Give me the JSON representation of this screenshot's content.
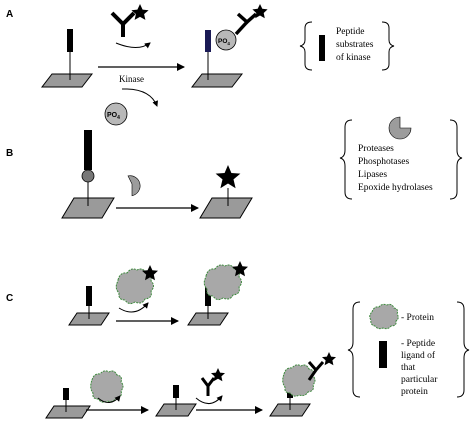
{
  "panels": {
    "a": {
      "label": "A",
      "arrow_label": "Kinase",
      "phosphate_label": "PO",
      "phosphate_sub": "4",
      "bound_phosphate_label": "PO",
      "bound_phosphate_sub": "4",
      "legend": [
        "Peptide",
        "substrates",
        "of kinase"
      ]
    },
    "b": {
      "label": "B",
      "legend": [
        "Proteases",
        "Phosphotases",
        "Lipases",
        "Epoxide hydrolases"
      ]
    },
    "c": {
      "label": "C",
      "legend_protein": "- Protein",
      "legend_peptide": [
        "- Peptide",
        "ligand of",
        "that",
        "particular",
        "protein"
      ]
    }
  },
  "colors": {
    "stroke": "#000000",
    "surface": "#9a9a9a",
    "peptide_a_bound": "#1a1a55",
    "phosphate": "#b8b8b8",
    "enzyme": "#9c9c9c",
    "protein_fill": "#a8a8a8",
    "protein_outline": "#3d8a3d",
    "peptide": "#000000",
    "sphere": "#777777"
  }
}
